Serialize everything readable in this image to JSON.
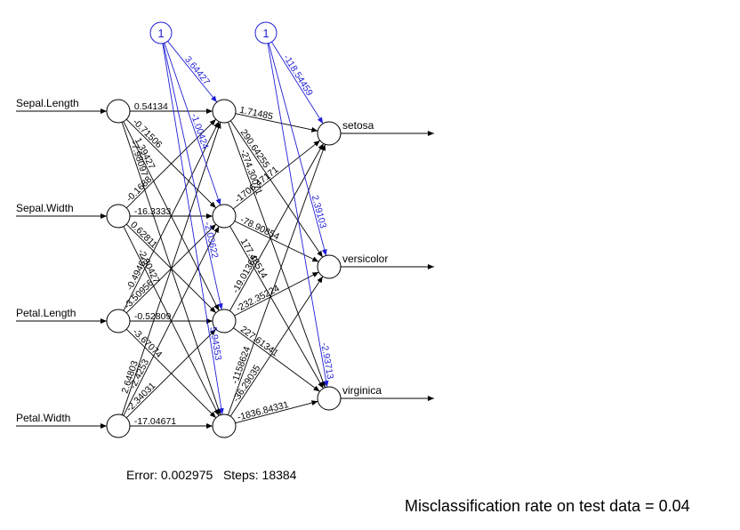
{
  "inputs": [
    "Sepal.Length",
    "Sepal.Width",
    "Petal.Length",
    "Petal.Width"
  ],
  "outputs": [
    "setosa",
    "versicolor",
    "virginica"
  ],
  "bias_label": "1",
  "input_hidden_weights": [
    [
      "0.54134",
      "-0.71506",
      "1.39427",
      "-7.98097"
    ],
    [
      "-0.1688",
      "-16.3333",
      "0.62811",
      "-2.30427"
    ],
    [
      "-0.49461",
      "-3.50956",
      "-0.52809",
      "-3.67074"
    ],
    [
      "2.64803",
      "-2.4253",
      "-2.34031",
      "-17.04671"
    ]
  ],
  "bias_hidden_weights": [
    "3.64427",
    "-1.00424",
    "-2.03622",
    "5.94353"
  ],
  "hidden_output_weights": [
    [
      "1.71485",
      "290.64255",
      "-274.30071"
    ],
    [
      "-1706.47171",
      "-78.90854",
      "177.48514"
    ],
    [
      "-19.01365",
      "-232.35224",
      "227.61341"
    ],
    [
      "-1158624",
      "-36.29035",
      "-1836.84331"
    ]
  ],
  "bias_output_weights": [
    "-118.54459",
    "2.39103",
    "-2.93713"
  ],
  "colors": {
    "edge": "#000000",
    "bias": "#1f1fd6"
  },
  "error_line": "Error: 0.002975   Steps: 18384",
  "misclassification": "Misclassification rate on test data = 0.04"
}
